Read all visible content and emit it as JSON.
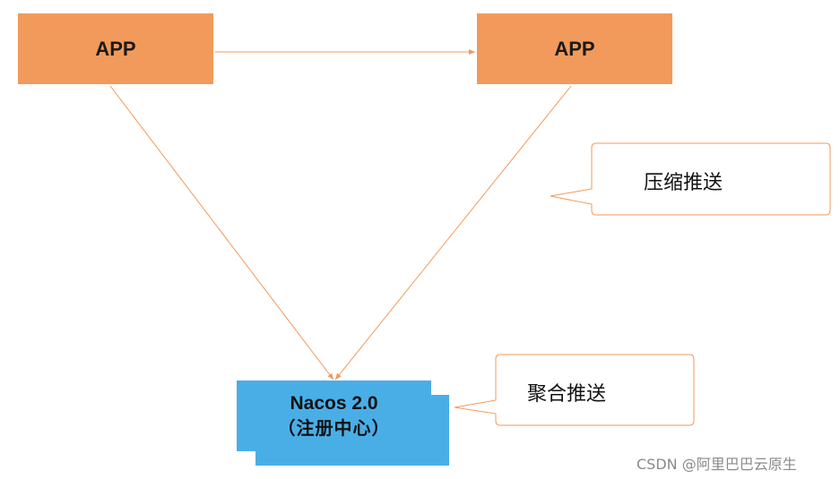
{
  "nodes": {
    "app_left": "APP",
    "app_right": "APP",
    "nacos_title": "Nacos 2.0",
    "nacos_subtitle": "（注册中心）"
  },
  "callouts": {
    "compress_push": "压缩推送",
    "aggregate_push": "聚合推送"
  },
  "watermark": "CSDN @阿里巴巴云原生",
  "colors": {
    "app_fill": "#f19a5b",
    "nacos_fill": "#4aaee6",
    "arrow": "#f19a5b",
    "callout_border": "#f19a5b"
  }
}
